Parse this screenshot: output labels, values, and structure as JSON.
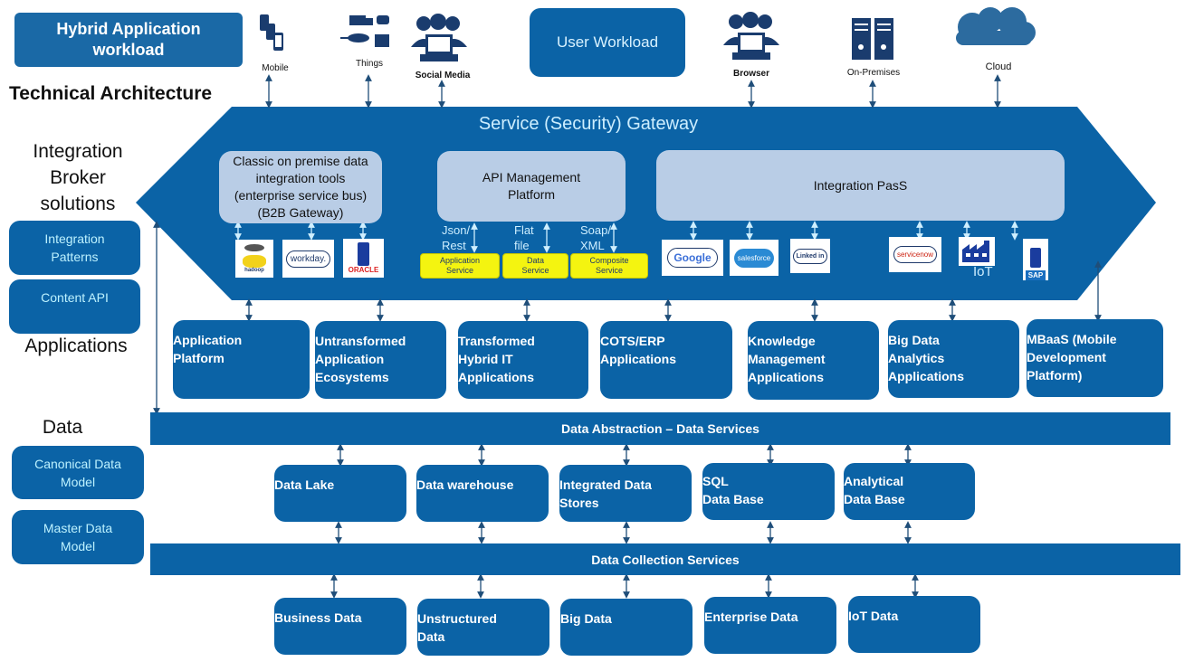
{
  "header": {
    "badge": "Hybrid Application workload",
    "badge_line1": "Hybrid Application",
    "badge_line2": "workload",
    "subtitle": "Technical Architecture",
    "user_workload": "User Workload"
  },
  "sources": [
    {
      "label": "Mobile",
      "icon": "mobile-phones-icon"
    },
    {
      "label": "Things",
      "icon": "vehicles-things-icon"
    },
    {
      "label": "Social Media",
      "icon": "people-laptop-icon"
    },
    {
      "label": "Browser",
      "icon": "people-laptop-icon"
    },
    {
      "label": "On-Premises",
      "icon": "server-icon"
    },
    {
      "label": "Cloud",
      "icon": "cloud-icon"
    }
  ],
  "sidebar": {
    "integration_heading_1": "Integration",
    "integration_heading_2": "Broker",
    "integration_heading_3": "solutions",
    "integration_patterns_1": "Integration",
    "integration_patterns_2": "Patterns",
    "content_api": "Content API",
    "applications_heading": "Applications",
    "data_heading": "Data",
    "canonical_1": "Canonical Data",
    "canonical_2": "Model",
    "master_1": "Master Data",
    "master_2": "Model"
  },
  "gateway": {
    "title": "Service (Security) Gateway",
    "classic": [
      "Classic on premise data",
      "integration tools",
      "(enterprise service bus)",
      "(B2B Gateway)"
    ],
    "api_mgmt": [
      "API Management",
      "Platform"
    ],
    "ipaas": "Integration PasS",
    "protocols": [
      [
        "Json/",
        "Rest"
      ],
      [
        "Flat",
        "file"
      ],
      [
        "Soap/",
        "XML"
      ]
    ],
    "services": [
      [
        "Application",
        "Service"
      ],
      [
        "Data",
        "Service"
      ],
      [
        "Composite",
        "Service"
      ]
    ],
    "classic_logos": [
      "hadoop",
      "workday.",
      "ORACLE"
    ],
    "ipaas_logos": [
      "Google",
      "salesforce",
      "Linked in",
      "servicenow",
      "IoT",
      "SAP"
    ]
  },
  "applications": [
    [
      "Application",
      "Platform"
    ],
    [
      "Untransformed",
      "Application",
      "Ecosystems"
    ],
    [
      "Transformed",
      "Hybrid IT",
      "Applications"
    ],
    [
      "COTS/ERP",
      "Applications"
    ],
    [
      "Knowledge",
      "Management",
      "Applications"
    ],
    [
      "Big Data",
      "Analytics",
      "Applications"
    ],
    [
      "MBaaS (Mobile",
      "Development",
      "Platform)"
    ]
  ],
  "data_abstraction": "Data Abstraction – Data Services",
  "data_stores": [
    [
      "Data Lake"
    ],
    [
      "Data warehouse"
    ],
    [
      "Integrated Data",
      "Stores"
    ],
    [
      "SQL",
      "Data Base"
    ],
    [
      "Analytical",
      "Data Base"
    ]
  ],
  "data_collection": "Data Collection Services",
  "data_sources": [
    [
      "Business Data"
    ],
    [
      "Unstructured",
      "Data"
    ],
    [
      "Big Data"
    ],
    [
      "Enterprise Data"
    ],
    [
      "IoT Data"
    ]
  ],
  "colors": {
    "primary_blue": "#0b63a6",
    "inner_light_blue": "#b9cde6",
    "service_yellow": "#f4f410",
    "arrow_dark": "#1f4e79",
    "label_cyan": "#bdf2ff"
  }
}
